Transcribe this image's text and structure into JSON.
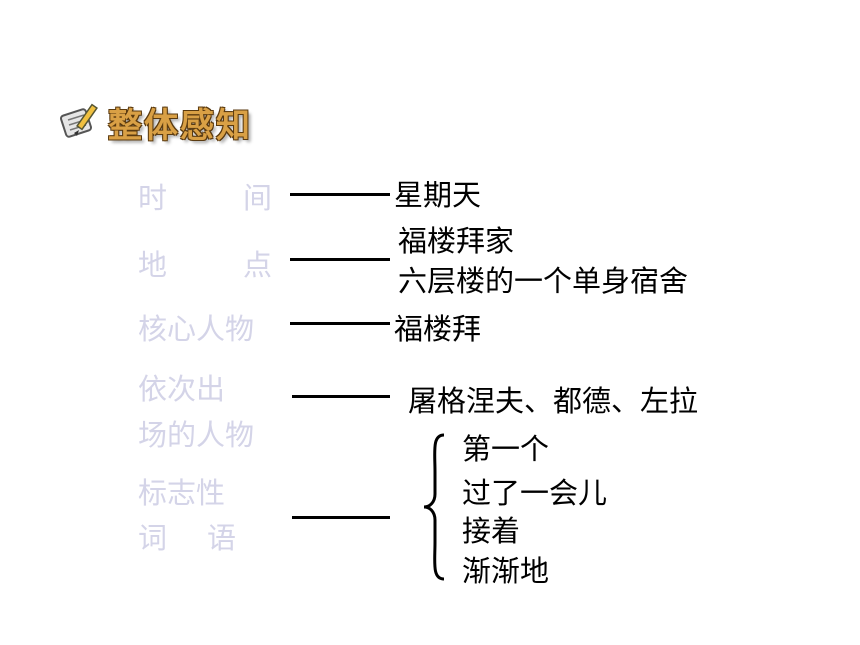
{
  "title": "整体感知",
  "icon": "scroll-pencil-icon",
  "rows": {
    "time": {
      "label_chars": [
        "时",
        "间"
      ],
      "value": "星期天"
    },
    "place": {
      "label_chars": [
        "地",
        "点"
      ],
      "values": [
        "福楼拜家",
        "六层楼的一个单身宿舍"
      ]
    },
    "core": {
      "label": "核心人物",
      "value": "福楼拜"
    },
    "order": {
      "label_lines": [
        "依次出",
        "场的人物"
      ],
      "value": "屠格涅夫、都德、左拉"
    },
    "markers": {
      "label_lines": [
        "标志性"
      ],
      "label_chars": [
        "词",
        "语"
      ],
      "values": [
        "第一个",
        "过了一会儿",
        "接着",
        "渐渐地"
      ]
    }
  }
}
